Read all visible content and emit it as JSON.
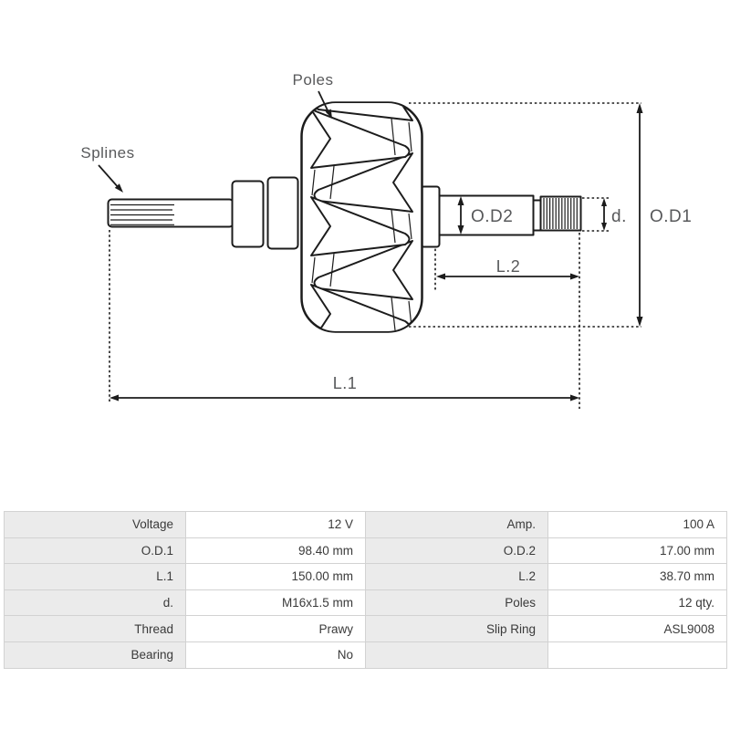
{
  "colors": {
    "line": "#1c1c1c",
    "label": "#58595b",
    "label_bg": "#ebebeb",
    "value_bg": "#ffffff",
    "border": "#d2d2d2",
    "text": "#3a3a3a"
  },
  "diagram": {
    "callouts": {
      "poles": "Poles",
      "splines": "Splines"
    },
    "dimensions": {
      "od2": "O.D2",
      "d": "d.",
      "od1": "O.D1",
      "l2": "L.2",
      "l1": "L.1"
    }
  },
  "table": {
    "rows": [
      [
        "Voltage",
        "12 V",
        "Amp.",
        "100 A"
      ],
      [
        "O.D.1",
        "98.40 mm",
        "O.D.2",
        "17.00 mm"
      ],
      [
        "L.1",
        "150.00 mm",
        "L.2",
        "38.70 mm"
      ],
      [
        "d.",
        "M16x1.5 mm",
        "Poles",
        "12 qty."
      ],
      [
        "Thread",
        "Prawy",
        "Slip Ring",
        "ASL9008"
      ],
      [
        "Bearing",
        "No",
        "",
        ""
      ]
    ]
  }
}
